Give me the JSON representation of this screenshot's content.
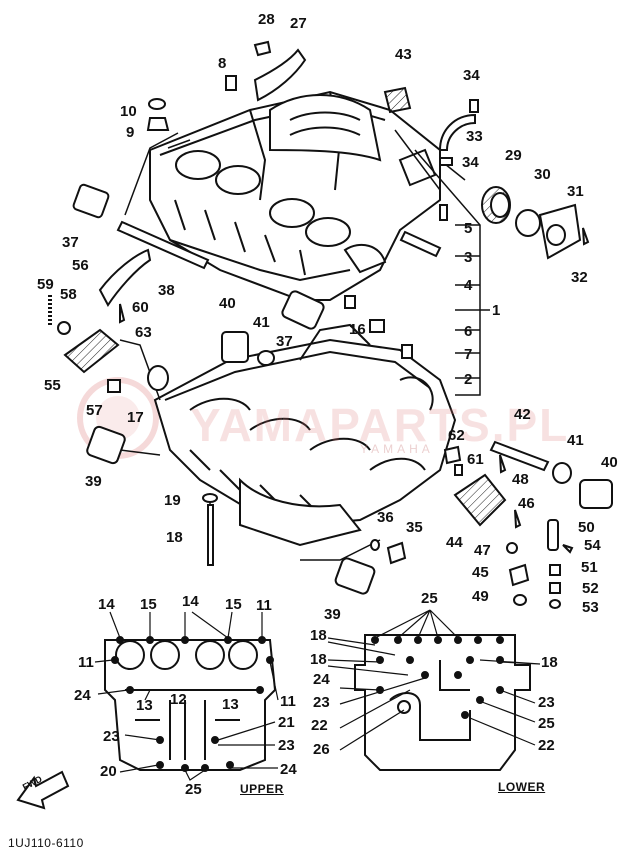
{
  "watermark": {
    "main": "YAMAPARTS.PL",
    "sub": "YAMAHA"
  },
  "part_code": "1UJ110-6110",
  "direction_label": "FWD",
  "views": {
    "upper": "UPPER",
    "lower": "LOWER"
  },
  "callouts": {
    "c28": "28",
    "c27": "27",
    "c43": "43",
    "c34a": "34",
    "c8": "8",
    "c10": "10",
    "c9": "9",
    "c33": "33",
    "c34b": "34",
    "c29": "29",
    "c30": "30",
    "c31": "31",
    "c37a": "37",
    "c5": "5",
    "c3": "3",
    "c32": "32",
    "c56": "56",
    "c38": "38",
    "c4": "4",
    "c59": "59",
    "c58": "58",
    "c60": "60",
    "c40a": "40",
    "c1": "1",
    "c41a": "41",
    "c16": "16",
    "c6": "6",
    "c63": "63",
    "c37b": "37",
    "c7": "7",
    "c55": "55",
    "c2": "2",
    "c57": "57",
    "c17": "17",
    "c42": "42",
    "c62": "62",
    "c41b": "41",
    "c61": "61",
    "c39a": "39",
    "c40b": "40",
    "c48": "48",
    "c19": "19",
    "c46": "46",
    "c36": "36",
    "c18": "18",
    "c35": "35",
    "c44": "44",
    "c50": "50",
    "c54": "54",
    "c47": "47",
    "c45": "45",
    "c51": "51",
    "c49": "49",
    "c52": "52",
    "c39b": "39",
    "c53": "53",
    "u14a": "14",
    "u15a": "15",
    "u14b": "14",
    "u15b": "15",
    "u11a": "11",
    "u11b": "11",
    "u24a": "24",
    "u13a": "13",
    "u12": "12",
    "u13b": "13",
    "u11c": "11",
    "u23a": "23",
    "u21": "21",
    "u23b": "23",
    "u20": "20",
    "u24b": "24",
    "u25": "25",
    "l25": "25",
    "l18a": "18",
    "l18b": "18",
    "l18c": "18",
    "l24": "24",
    "l23a": "23",
    "l23b": "23",
    "l25b": "25",
    "l26": "26",
    "l22a": "22",
    "l22b": "22"
  }
}
